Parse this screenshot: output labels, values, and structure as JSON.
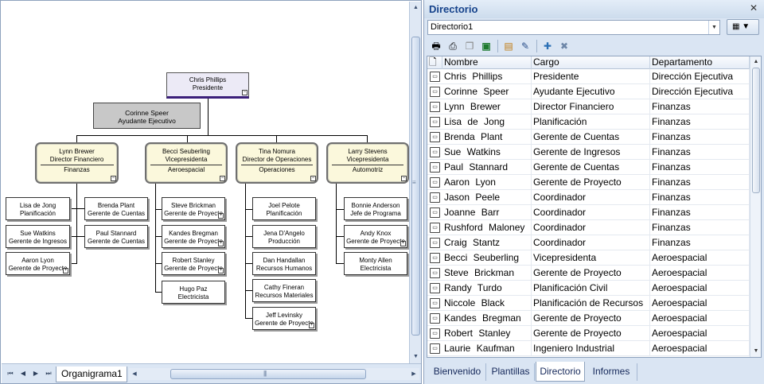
{
  "canvas": {
    "president": {
      "name": "Chris  Phillips",
      "title": "Presidente"
    },
    "assistant": {
      "name": "Corinne  Speer",
      "title": "Ayudante Ejecutivo"
    },
    "managers": [
      {
        "name": "Lynn  Brewer",
        "title": "Director Financiero",
        "dept": "Finanzas"
      },
      {
        "name": "Becci  Seuberling",
        "title": "Vicepresidenta",
        "dept": "Aeroespacial"
      },
      {
        "name": "Tina  Nomura",
        "title": "Director de Operaciones",
        "dept": "Operaciones"
      },
      {
        "name": "Larry  Stevens",
        "title": "Vicepresidenta",
        "dept": "Automotriz"
      }
    ],
    "staff": {
      "finanzas_left": [
        {
          "name": "Lisa de Jong",
          "title": "Planificación"
        },
        {
          "name": "Sue  Watkins",
          "title": "Gerente de Ingresos"
        },
        {
          "name": "Aaron  Lyon",
          "title": "Gerente de Proyecto"
        }
      ],
      "finanzas_right": [
        {
          "name": "Brenda  Plant",
          "title": "Gerente de Cuentas"
        },
        {
          "name": "Paul  Stannard",
          "title": "Gerente de Cuentas"
        }
      ],
      "aeroespacial": [
        {
          "name": "Steve  Brickman",
          "title": "Gerente de Proyecto"
        },
        {
          "name": "Kandes  Bregman",
          "title": "Gerente de Proyecto"
        },
        {
          "name": "Robert  Stanley",
          "title": "Gerente de Proyecto"
        },
        {
          "name": "Hugo  Paz",
          "title": "Electricista"
        }
      ],
      "operaciones": [
        {
          "name": "Joel  Pelote",
          "title": "Planificación"
        },
        {
          "name": "Jena  D'Angelo",
          "title": "Producción"
        },
        {
          "name": "Dan  Handallan",
          "title": "Recursos Humanos"
        },
        {
          "name": "Cathy  Fineran",
          "title": "Recursos Materiales"
        },
        {
          "name": "Jeff  Levinsky",
          "title": "Gerente de Proyecto"
        }
      ],
      "automotriz": [
        {
          "name": "Bonnie  Anderson",
          "title": "Jefe de Programa"
        },
        {
          "name": "Andy  Knox",
          "title": "Gerente de Proyecto"
        },
        {
          "name": "Monty  Allen",
          "title": "Electricista"
        }
      ]
    }
  },
  "sheet_tab": "Organigrama1",
  "sheet_nav": {
    "first": "⏮",
    "prev": "◀",
    "next": "▶",
    "last": "⏭"
  },
  "directory": {
    "title": "Directorio",
    "close_icon": "✕",
    "combo_value": "Directorio1",
    "view_button": "▦ ▼",
    "toolbar_icons": [
      "print-icon",
      "print-preview-icon",
      "copy-icon",
      "excel-export-icon",
      "layout-icon",
      "edit-icon",
      "add-person-icon",
      "tools-icon"
    ],
    "columns": [
      "Nombre",
      "Cargo",
      "Departamento"
    ],
    "rows": [
      [
        "Chris  Phillips",
        "Presidente",
        "Dirección Ejecutiva"
      ],
      [
        "Corinne  Speer",
        "Ayudante Ejecutivo",
        "Dirección Ejecutiva"
      ],
      [
        "Lynn  Brewer",
        "Director Financiero",
        "Finanzas"
      ],
      [
        "Lisa de Jong",
        "Planificación",
        "Finanzas"
      ],
      [
        "Brenda  Plant",
        "Gerente de Cuentas",
        "Finanzas"
      ],
      [
        "Sue  Watkins",
        "Gerente de Ingresos",
        "Finanzas"
      ],
      [
        "Paul  Stannard",
        "Gerente de Cuentas",
        "Finanzas"
      ],
      [
        "Aaron  Lyon",
        "Gerente de Proyecto",
        "Finanzas"
      ],
      [
        "Jason  Peele",
        "Coordinador",
        "Finanzas"
      ],
      [
        "Joanne  Barr",
        "Coordinador",
        "Finanzas"
      ],
      [
        "Rushford  Maloney",
        "Coordinador",
        "Finanzas"
      ],
      [
        "Craig  Stantz",
        "Coordinador",
        "Finanzas"
      ],
      [
        "Becci  Seuberling",
        "Vicepresidenta",
        "Aeroespacial"
      ],
      [
        "Steve  Brickman",
        "Gerente de Proyecto",
        "Aeroespacial"
      ],
      [
        "Randy  Turdo",
        "Planificación Civil",
        "Aeroespacial"
      ],
      [
        "Niccole  Black",
        "Planificación de Recursos",
        "Aeroespacial"
      ],
      [
        "Kandes  Bregman",
        "Gerente de Proyecto",
        "Aeroespacial"
      ],
      [
        "Robert  Stanley",
        "Gerente de Proyecto",
        "Aeroespacial"
      ],
      [
        "Laurie  Kaufman",
        "Ingeniero Industrial",
        "Aeroespacial"
      ]
    ],
    "tabs": [
      "Bienvenido",
      "Plantillas",
      "Directorio",
      "Informes"
    ],
    "active_tab": "Directorio"
  }
}
